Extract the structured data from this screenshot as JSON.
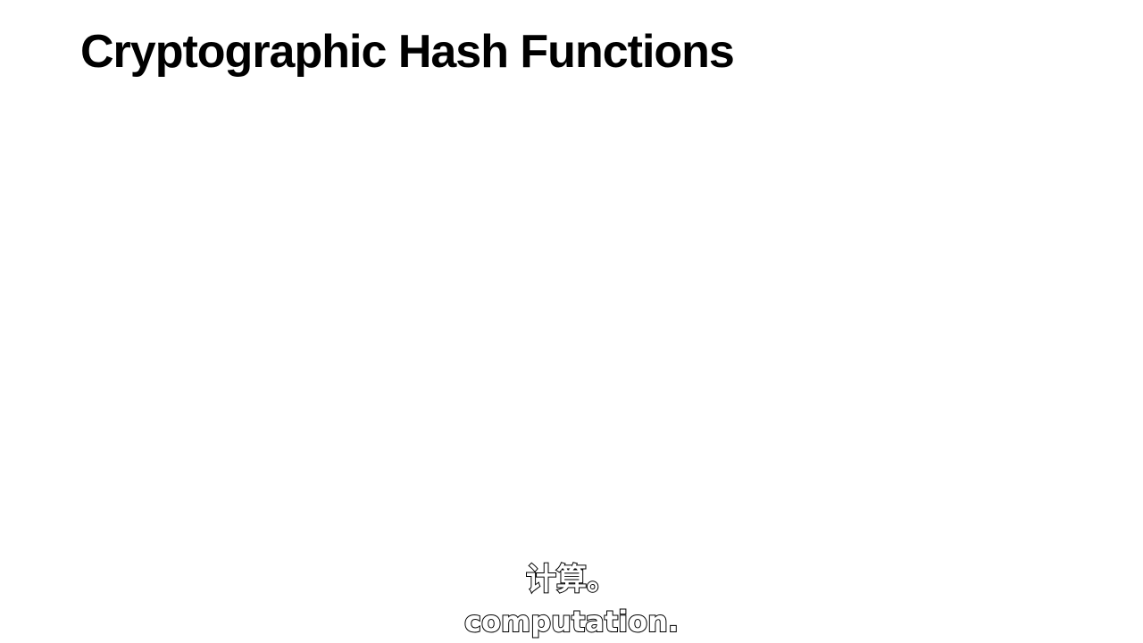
{
  "slide": {
    "title": "Cryptographic Hash Functions"
  },
  "subtitles": {
    "chinese": "计算。",
    "english": "computation."
  },
  "colors": {
    "background": "#ffffff",
    "title_text": "#000000",
    "subtitle_fill": "#ffffff",
    "subtitle_outline": "#000000"
  }
}
